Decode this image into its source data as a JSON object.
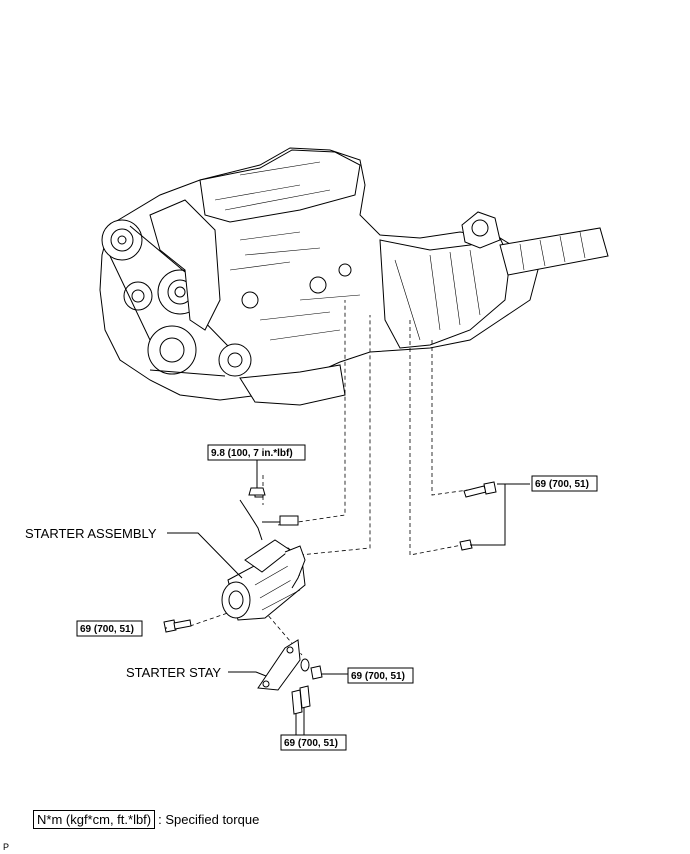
{
  "labels": {
    "starter_assembly": "STARTER ASSEMBLY",
    "starter_stay": "STARTER STAY"
  },
  "torque": {
    "t1": "9.8 (100, 7 in.*lbf)",
    "t2": "69 (700, 51)",
    "t3": "69 (700, 51)",
    "t4": "69 (700, 51)",
    "t5": "69 (700, 51)"
  },
  "legend": {
    "unit": "N*m (kgf*cm, ft.*lbf)",
    "desc": ": Specified torque"
  },
  "corner_code": "P"
}
